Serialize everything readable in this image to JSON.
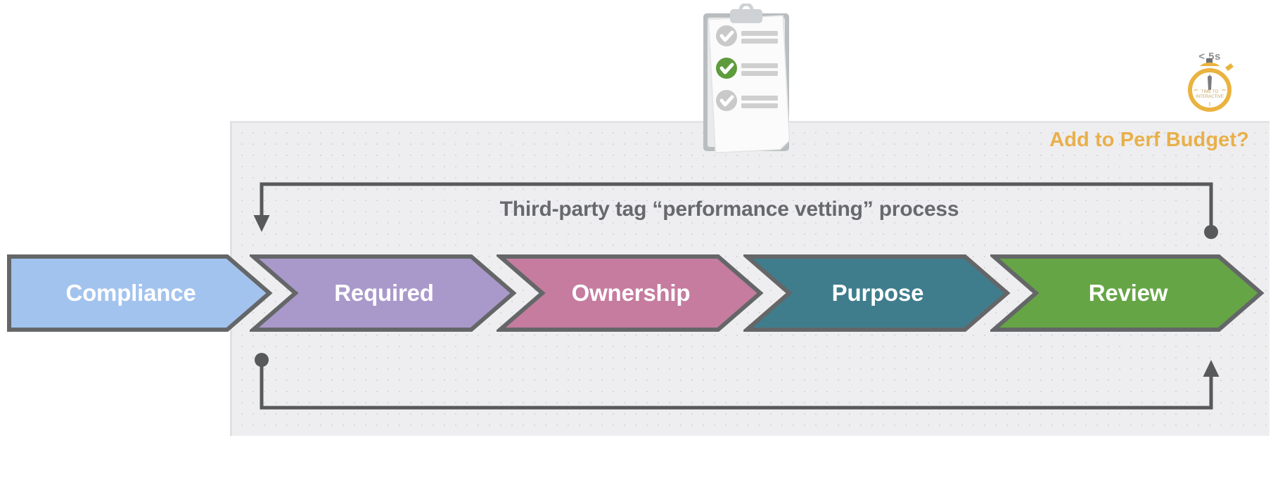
{
  "panel": {
    "heading": "Add to Perf Budget?",
    "heading_color": "#e8b04b",
    "background_color": "#eeeef0"
  },
  "process": {
    "title": "Third-party tag “performance vetting” process",
    "title_color": "#67696c"
  },
  "stages": [
    {
      "label": "Compliance",
      "color": "#a2c3ee",
      "border": "#646668"
    },
    {
      "label": "Required",
      "color": "#a999ca",
      "border": "#646668"
    },
    {
      "label": "Ownership",
      "color": "#c57c9f",
      "border": "#646668"
    },
    {
      "label": "Purpose",
      "color": "#3f7d8d",
      "border": "#646668"
    },
    {
      "label": "Review",
      "color": "#66a546",
      "border": "#646668"
    }
  ],
  "loops": {
    "top": {
      "name": "review-back-to-compliance",
      "start_marker": "dot",
      "end_marker": "arrow-down",
      "color": "#58595b"
    },
    "bottom": {
      "name": "compliance-forward-to-review",
      "start_marker": "dot",
      "end_marker": "arrow-up",
      "color": "#58595b"
    }
  },
  "clipboard": {
    "name": "checklist-clipboard",
    "check_states": [
      "unchecked",
      "checked",
      "unchecked"
    ],
    "checked_color": "#5e9b3c",
    "unchecked_color": "#c9c9c9"
  },
  "stopwatch": {
    "name": "time-to-interactive-stopwatch",
    "caption": "< 5s",
    "dial_label_line1": "TIME TO",
    "dial_label_line2": "INTERACTIVE",
    "color": "#eab33f",
    "caption_color": "#8e9094"
  }
}
